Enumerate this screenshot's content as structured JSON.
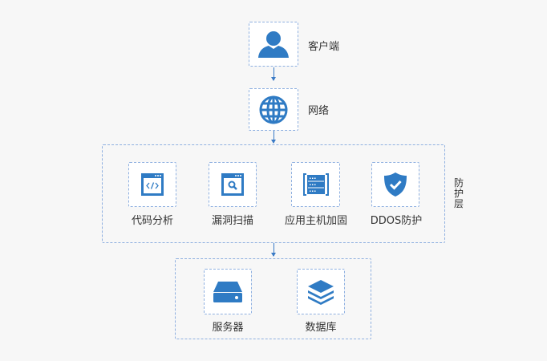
{
  "colors": {
    "accent": "#2f7bc4",
    "border": "#8fb0e0",
    "background": "#f7f7f7"
  },
  "nodes": {
    "client": {
      "label": "客户端",
      "icon": "user-icon"
    },
    "network": {
      "label": "网络",
      "icon": "globe-icon"
    },
    "protection_layer": {
      "label": "防护层",
      "items": [
        {
          "label": "代码分析",
          "icon": "code-window-icon"
        },
        {
          "label": "漏洞扫描",
          "icon": "search-window-icon"
        },
        {
          "label": "应用主机加固",
          "icon": "server-rack-icon"
        },
        {
          "label": "DDOS防护",
          "icon": "shield-check-icon"
        }
      ]
    },
    "backend": {
      "items": [
        {
          "label": "服务器",
          "icon": "server-icon"
        },
        {
          "label": "数据库",
          "icon": "database-icon"
        }
      ]
    }
  }
}
